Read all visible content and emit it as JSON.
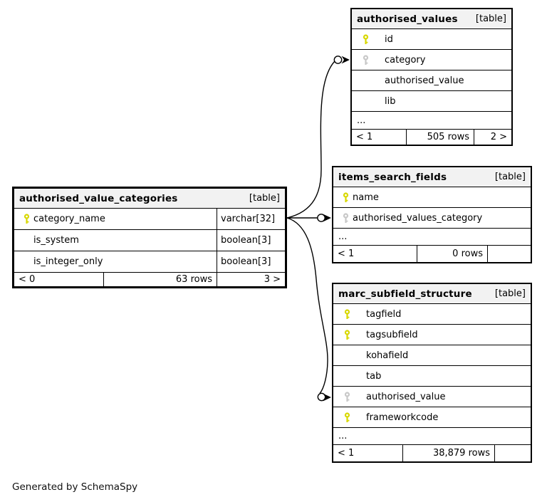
{
  "diagram": {
    "footer_note": "Generated by SchemaSpy"
  },
  "colors": {
    "primary_key": "#d8d800",
    "foreign_key": "#c8c8c8",
    "header_bg": "#f2f2f2",
    "line": "#000000"
  },
  "tables": [
    {
      "name": "authorised_values",
      "tag": "[table]",
      "columns": [
        {
          "label": "id",
          "key": "primary"
        },
        {
          "label": "category",
          "key": "foreign"
        },
        {
          "label": "authorised_value",
          "key": null
        },
        {
          "label": "lib",
          "key": null
        }
      ],
      "ellipsis": "...",
      "footer": {
        "parents": "< 1",
        "rows": "505 rows",
        "children": "2 >"
      }
    },
    {
      "name": "authorised_value_categories",
      "tag": "[table]",
      "columns": [
        {
          "label": "category_name",
          "key": "primary",
          "type": "varchar[32]"
        },
        {
          "label": "is_system",
          "key": null,
          "type": "boolean[3]"
        },
        {
          "label": "is_integer_only",
          "key": null,
          "type": "boolean[3]"
        }
      ],
      "footer": {
        "parents": "< 0",
        "rows": "63 rows",
        "children": "3 >"
      }
    },
    {
      "name": "items_search_fields",
      "tag": "[table]",
      "columns": [
        {
          "label": "name",
          "key": "primary"
        },
        {
          "label": "authorised_values_category",
          "key": "foreign"
        }
      ],
      "ellipsis": "...",
      "footer": {
        "parents": "< 1",
        "rows": "0 rows",
        "children": ""
      }
    },
    {
      "name": "marc_subfield_structure",
      "tag": "[table]",
      "columns": [
        {
          "label": "tagfield",
          "key": "primary"
        },
        {
          "label": "tagsubfield",
          "key": "primary"
        },
        {
          "label": "kohafield",
          "key": null
        },
        {
          "label": "tab",
          "key": null
        },
        {
          "label": "authorised_value",
          "key": "foreign"
        },
        {
          "label": "frameworkcode",
          "key": "primary"
        }
      ],
      "ellipsis": "...",
      "footer": {
        "parents": "< 1",
        "rows": "38,879 rows",
        "children": ""
      }
    }
  ],
  "relationships": [
    {
      "from": "authorised_value_categories.category_name",
      "to": "authorised_values.category"
    },
    {
      "from": "authorised_value_categories.category_name",
      "to": "items_search_fields.authorised_values_category"
    },
    {
      "from": "authorised_value_categories.category_name",
      "to": "marc_subfield_structure.authorised_value"
    }
  ]
}
